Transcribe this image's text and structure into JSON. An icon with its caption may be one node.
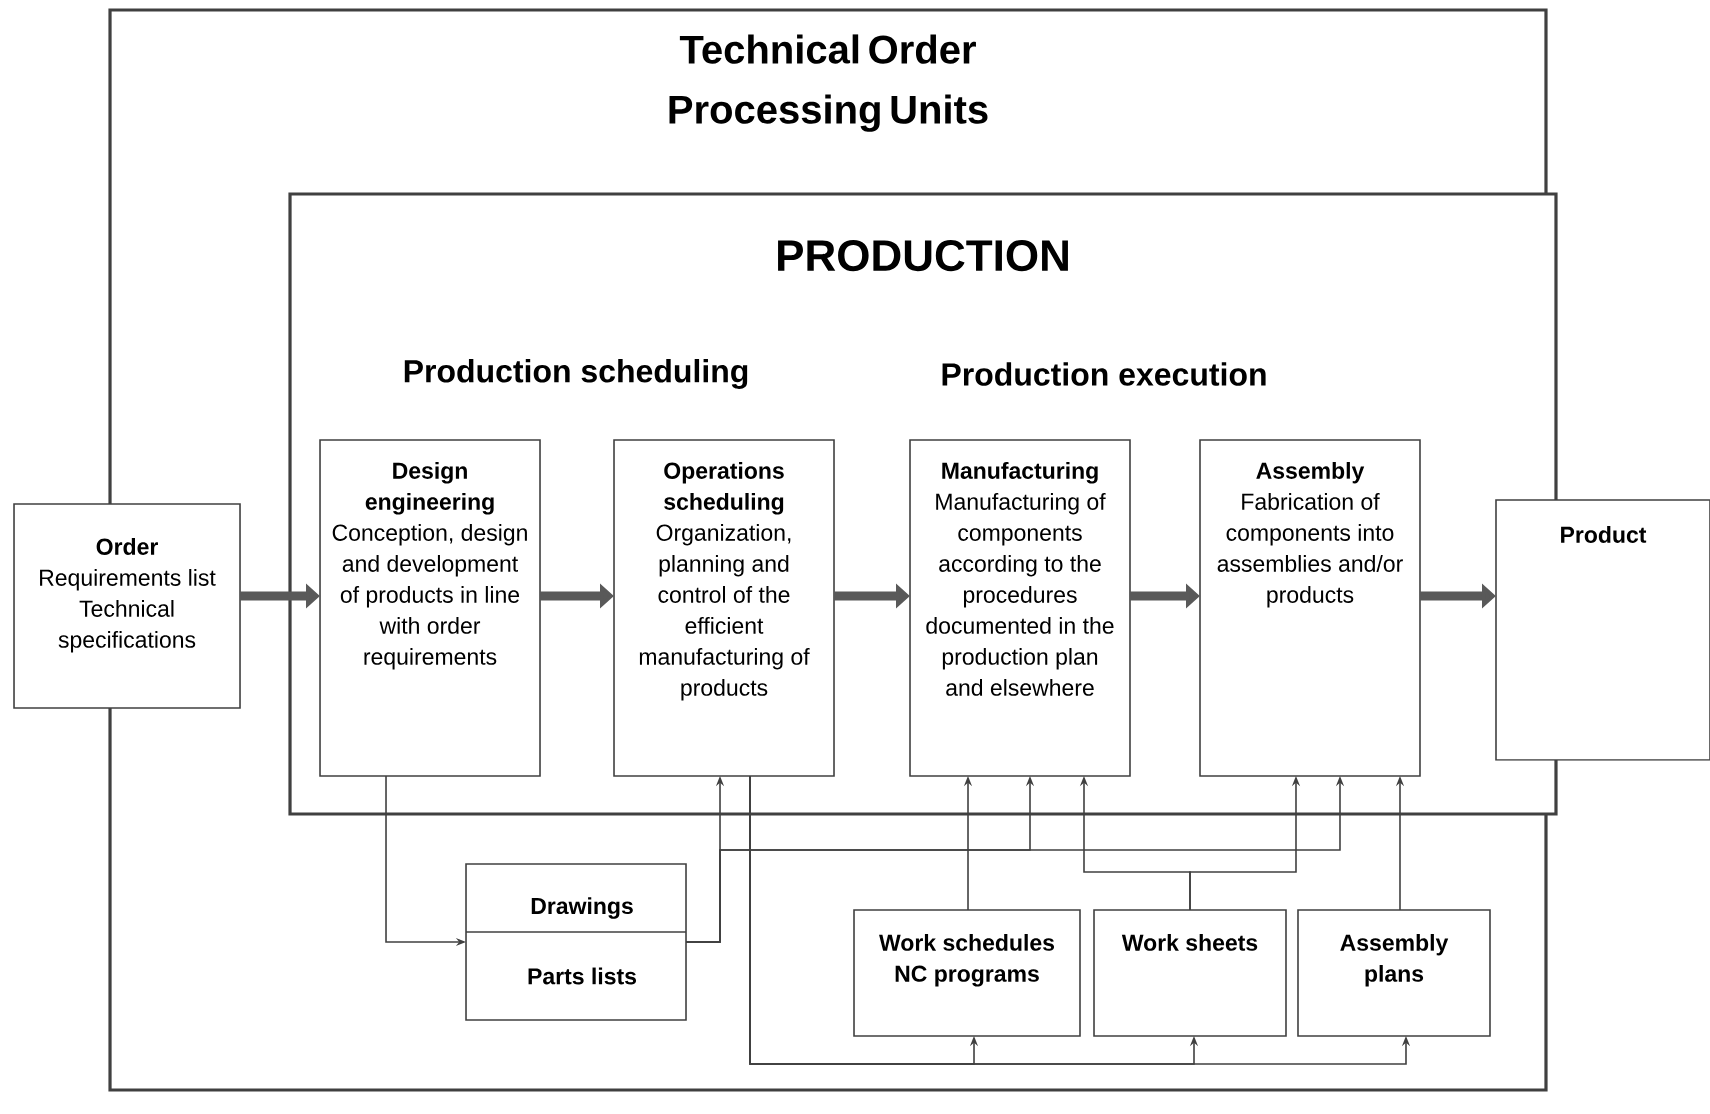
{
  "diagram": {
    "title": "Technical Order Processing Units",
    "nodes": [
      {
        "text": [],
        "shape": "box"
      },
      {
        "text": [
          "PRODUCTION"
        ],
        "in": 0
      },
      {
        "text": [
          "Design engineering",
          "Conception, design and development of products in line with order requirements"
        ],
        "in": 1
      },
      {
        "text": [
          "Operations scheduling",
          "Organization, planning and control of the efficient manufacturing of products"
        ],
        "in": 1
      },
      {
        "text": [
          "Manufacturing",
          "Manufacturing of components according to the procedures documented in the production plan and elsewhere"
        ],
        "in": 1
      },
      {
        "text": [
          "Assembly",
          "Fabrication of components into assemblies and/or products"
        ],
        "in": 1
      },
      {
        "text": [
          "Order",
          "Requirements list",
          "Technical specifications"
        ]
      },
      {
        "text": [
          "Product"
        ]
      },
      {
        "text": [
          "Drawings",
          "Parts lists"
        ],
        "in": 0
      },
      {
        "text": [
          "Work schedules NC programs"
        ],
        "in": 0
      },
      {
        "text": [
          "Work sheets"
        ],
        "in": 0
      },
      {
        "text": [
          "Assembly plans"
        ],
        "in": 0
      }
    ],
    "edges": [
      {
        "from": 6,
        "to": 2,
        "arrow": "to",
        "style": "thick"
      },
      {
        "from": 2,
        "to": 3,
        "arrow": "to",
        "style": "thick"
      },
      {
        "from": 3,
        "to": 4,
        "arrow": "to",
        "style": "thick"
      },
      {
        "from": 4,
        "to": 5,
        "arrow": "to",
        "style": "thick"
      },
      {
        "from": 5,
        "to": 7,
        "arrow": "to",
        "style": "thick"
      },
      {
        "from": 2,
        "to": 8,
        "arrow": "to"
      },
      {
        "from": 8,
        "to": 3,
        "arrow": "to"
      },
      {
        "from": 8,
        "to": 4,
        "arrow": "to"
      },
      {
        "from": 8,
        "to": 5,
        "arrow": "to"
      },
      {
        "from": 9,
        "to": 4,
        "arrow": "to"
      },
      {
        "from": 10,
        "to": 4,
        "arrow": "to"
      },
      {
        "from": 10,
        "to": 5,
        "arrow": "to"
      },
      {
        "from": 11,
        "to": 5,
        "arrow": "to"
      },
      {
        "from": 3,
        "to": 9,
        "arrow": "to"
      },
      {
        "from": 3,
        "to": 10,
        "arrow": "to"
      },
      {
        "from": 3,
        "to": 11,
        "arrow": "to"
      }
    ],
    "labels": [
      "Production scheduling",
      "Production execution"
    ]
  }
}
